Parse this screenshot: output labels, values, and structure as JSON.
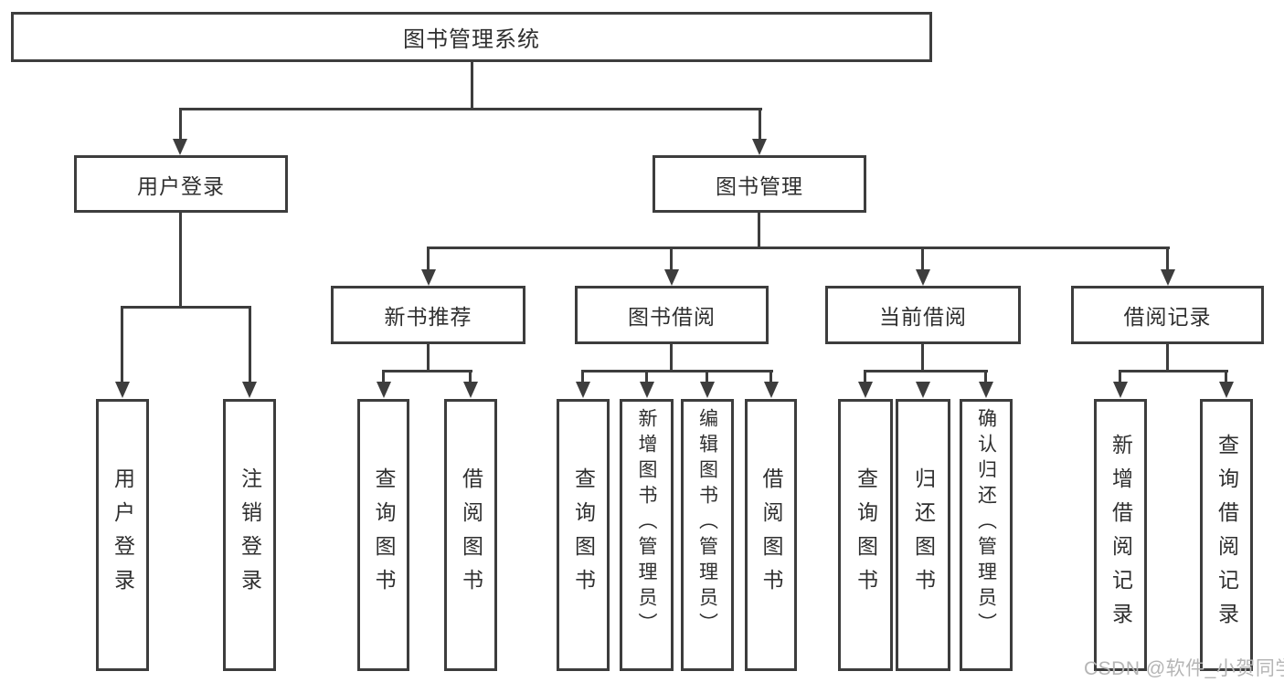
{
  "tree": {
    "root": {
      "label": "图书管理系统"
    },
    "branches": [
      {
        "label": "用户登录",
        "children": [
          {
            "label": "用户登录"
          },
          {
            "label": "注销登录"
          }
        ]
      },
      {
        "label": "图书管理",
        "children": [
          {
            "label": "新书推荐",
            "children": [
              {
                "label": "查询图书"
              },
              {
                "label": "借阅图书"
              }
            ]
          },
          {
            "label": "图书借阅",
            "children": [
              {
                "label": "查询图书"
              },
              {
                "label": "新增图书（管理员）"
              },
              {
                "label": "编辑图书（管理员）"
              },
              {
                "label": "借阅图书"
              }
            ]
          },
          {
            "label": "当前借阅",
            "children": [
              {
                "label": "查询图书"
              },
              {
                "label": "归还图书"
              },
              {
                "label": "确认归还（管理员）"
              }
            ]
          },
          {
            "label": "借阅记录",
            "children": [
              {
                "label": "新增借阅记录"
              },
              {
                "label": "查询借阅记录"
              }
            ]
          }
        ]
      }
    ]
  },
  "watermark": {
    "text": "CSDN @软件_小贺同学"
  },
  "colors": {
    "line": "#3d3d3d",
    "text": "#2f2f2f",
    "background": "#ffffff",
    "watermark": "#b5b5b5"
  }
}
